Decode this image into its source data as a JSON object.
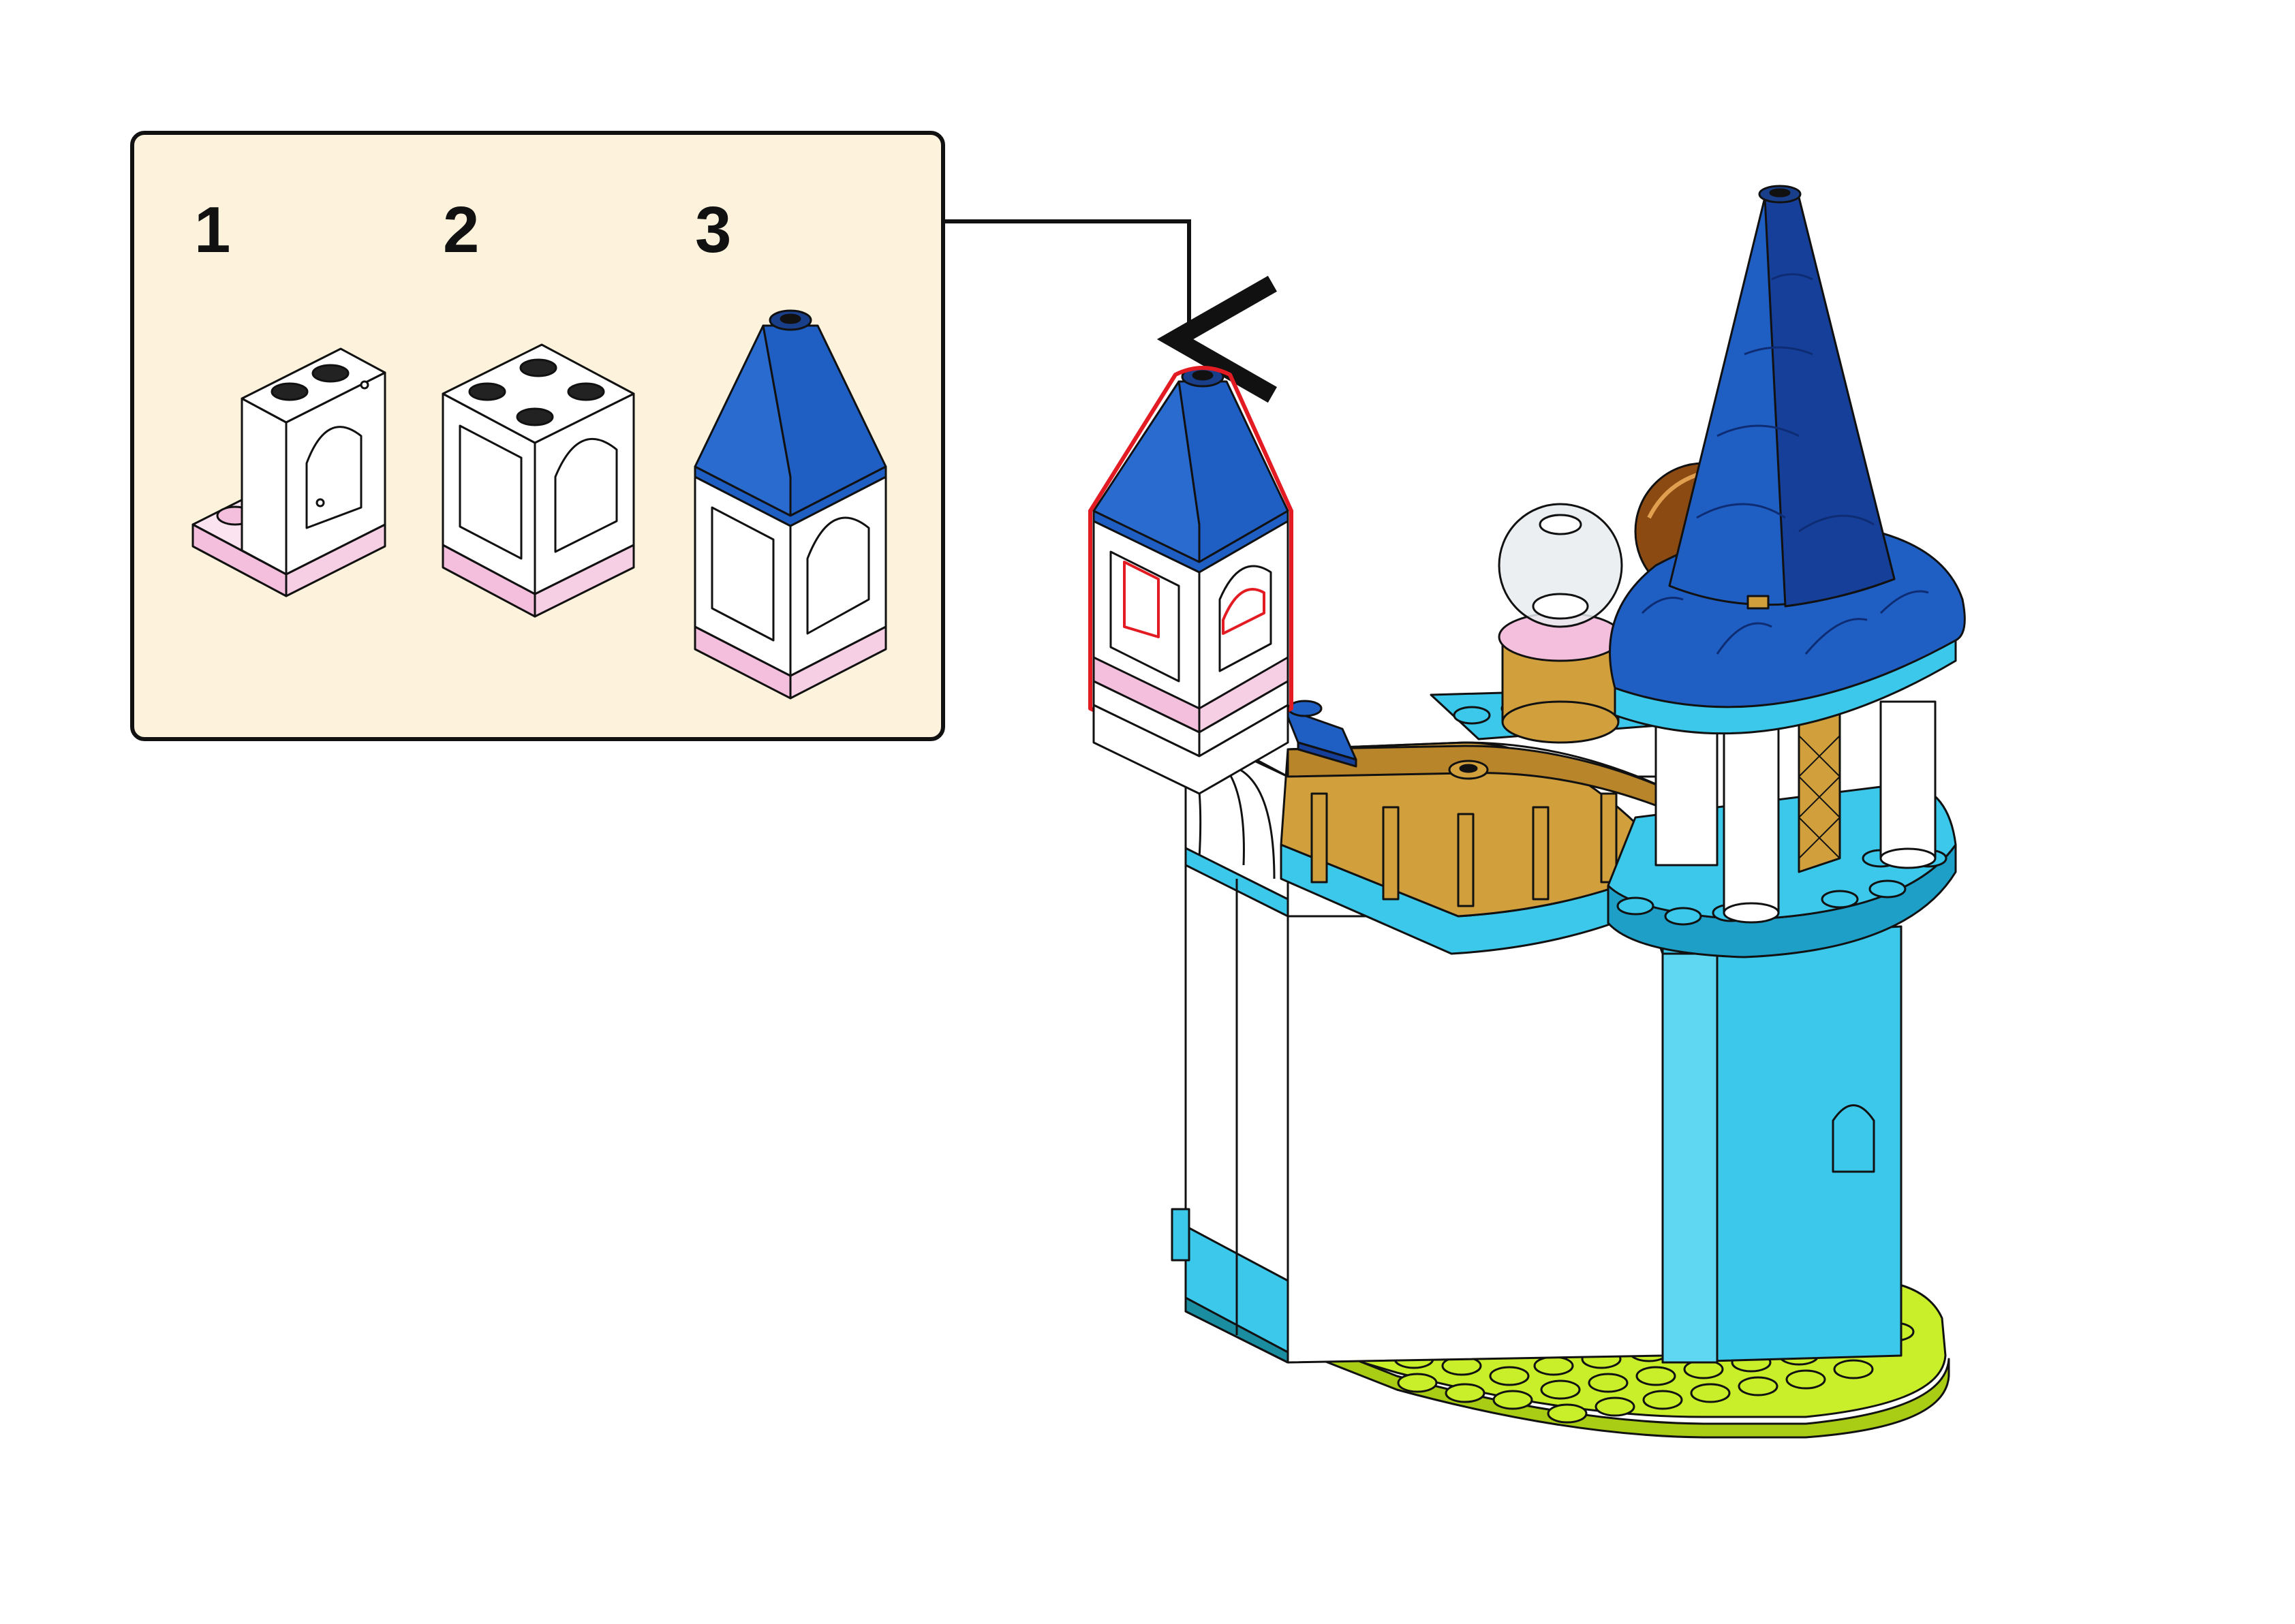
{
  "page": {
    "background": "#ffffff"
  },
  "callout": {
    "background": "#fdf3dc",
    "border": "#111111",
    "steps": [
      {
        "label": "1",
        "subassembly": "white-arched-wall-on-pink-base"
      },
      {
        "label": "2",
        "subassembly": "arched-window-frame-on-pink-base"
      },
      {
        "label": "3",
        "subassembly": "blue-roof-turret"
      }
    ]
  },
  "arrow": {
    "color": "#111111",
    "target": "small-turret"
  },
  "model": {
    "highlight": {
      "part": "small-turret",
      "outline_color": "#e31b23"
    },
    "colors": {
      "white": "#ffffff",
      "pink": "#f3bfdc",
      "blue_roof": "#1f5ec2",
      "dark_blue_roof": "#163f9a",
      "medium_azure": "#3cc8ea",
      "dark_azure": "#1e9fc7",
      "pearl_gold": "#d1a03d",
      "lime": "#c9ef2a",
      "trans_clear": "#e8ecef",
      "outline": "#111111"
    }
  }
}
